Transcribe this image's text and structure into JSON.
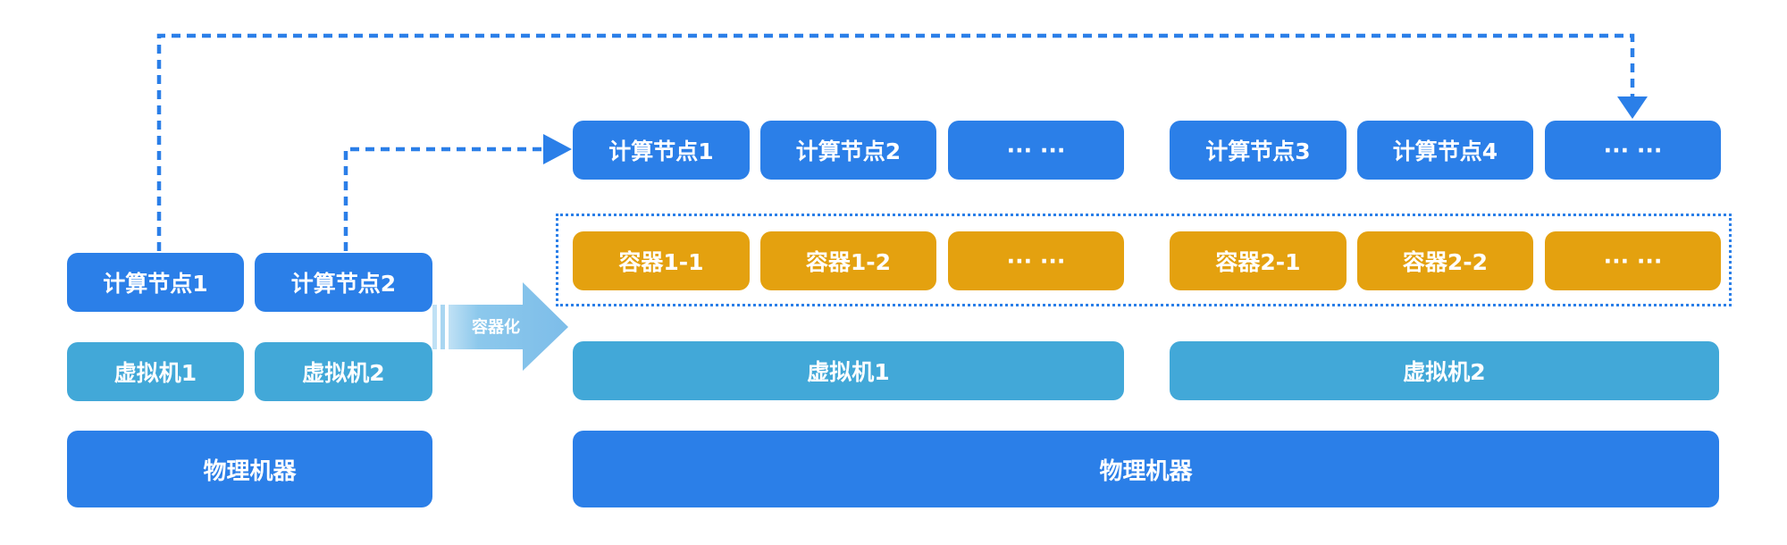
{
  "colors": {
    "node": "#2b7fe8",
    "vm": "#42a8d8",
    "container": "#e4a10f",
    "physical": "#2b7fe8",
    "link": "#2b7fe8",
    "arrow": "#8cc8ec"
  },
  "left": {
    "nodes": [
      "计算节点1",
      "计算节点2"
    ],
    "vms": [
      "虚拟机1",
      "虚拟机2"
    ],
    "physical": "物理机器"
  },
  "arrow": {
    "label": "容器化"
  },
  "right": {
    "group1": {
      "nodes": [
        "计算节点1",
        "计算节点2",
        "··· ···"
      ],
      "containers": [
        "容器1-1",
        "容器1-2",
        "··· ···"
      ],
      "vm": "虚拟机1"
    },
    "group2": {
      "nodes": [
        "计算节点3",
        "计算节点4",
        "··· ···"
      ],
      "containers": [
        "容器2-1",
        "容器2-2",
        "··· ···"
      ],
      "vm": "虚拟机2"
    },
    "physical": "物理机器"
  }
}
